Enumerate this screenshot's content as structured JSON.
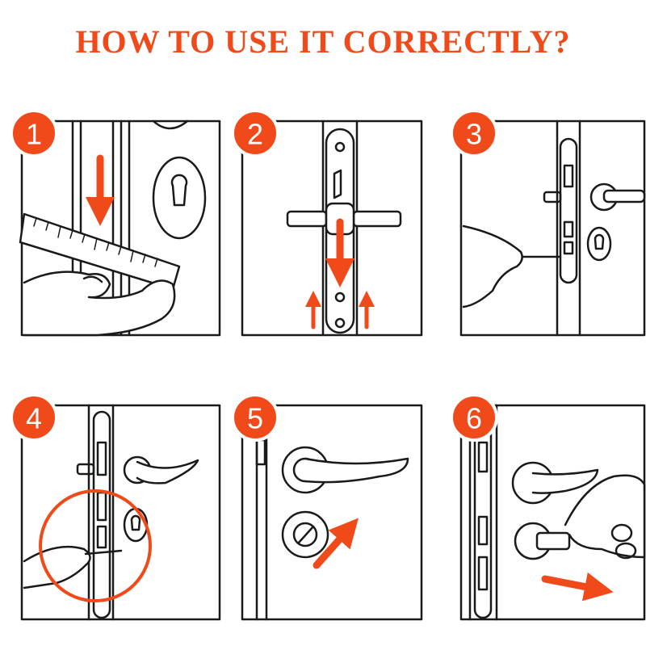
{
  "title": "HOW TO USE IT CORRECTLY?",
  "accent_color": "#f04a1a",
  "steps": [
    {
      "number": "1",
      "icon": "ruler-measuring-lock-icon"
    },
    {
      "number": "2",
      "icon": "lock-plate-screws-icon"
    },
    {
      "number": "3",
      "icon": "screwdriver-lock-icon"
    },
    {
      "number": "4",
      "icon": "remove-screw-magnified-icon"
    },
    {
      "number": "5",
      "icon": "handle-lock-arrow-icon"
    },
    {
      "number": "6",
      "icon": "pull-cylinder-icon"
    }
  ]
}
